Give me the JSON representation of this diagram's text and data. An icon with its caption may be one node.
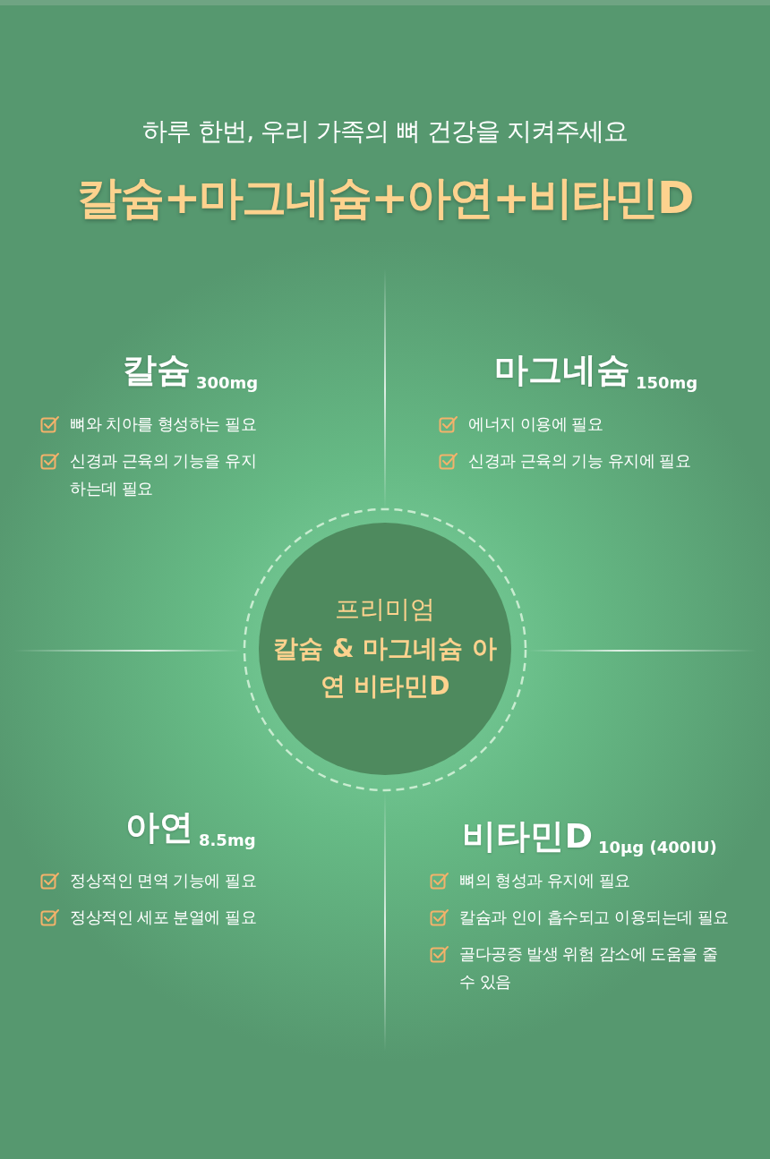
{
  "diagram": {
    "title": "칼슘+마그네슘+아연+비타민D",
    "nodes": [
      {
        "text": [
          "프리미엄",
          "칼슘 & 마그네슘 아연 비타민D"
        ]
      }
    ],
    "edges": [],
    "labels": [
      "하루 한번, 우리 가족의 뼈 건강을 지켜주세요",
      "칼슘",
      "300mg",
      "뼈와 치아를 형성하는 필요",
      "신경과 근육의 기능을 유지하는데 필요",
      "마그네슘",
      "150mg",
      "에너지 이용에 필요",
      "신경과 근육의 기능 유지에 필요",
      "아연",
      "8.5mg",
      "정상적인 면역 기능에 필요",
      "정상적인 세포 분열에 필요",
      "비타민D",
      "10µg (400IU)",
      "뼈의 형성과 유지에 필요",
      "칼슘과 인이 흡수되고 이용되는데 필요",
      "골다공증 발생 위험 감소에 도움을 줄 수 있음"
    ]
  }
}
